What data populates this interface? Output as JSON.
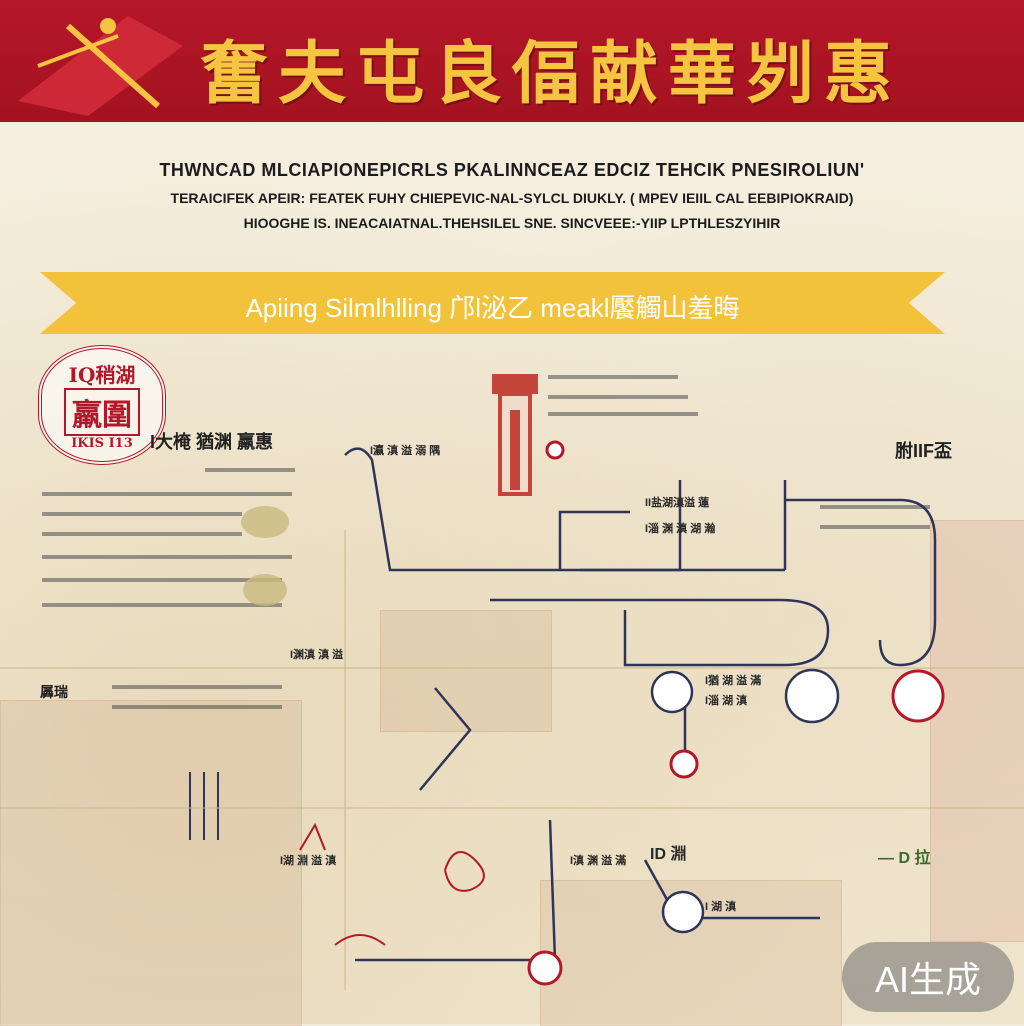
{
  "banner": {
    "title": "奮夫屯良偪献華刿惠"
  },
  "subtitles": {
    "line1": "THWNCAD MLCIAPIONEPICRLS PKALINNCEAZ EDCIZ TEHCIK PNESIROLIUN'",
    "line2": "TERAICIFEK APEIR: FEATEK FUHY CHIEPEVIC-NAL-SYLCL DIUKLY. ( MPEV IEIIL CAL EEBIPIOKRAID)",
    "line3": "HIOOGHE IS. INEACAIATNAL.THEHSILEL SNE. SINCVEEE:-YIIP LPTHLESZYIHIR"
  },
  "ribbon": {
    "text": "Apiing Silmlhlling 邝l泌乙 meakl饜觸山羞晦"
  },
  "stamp": {
    "top": "IQ稍湖",
    "middle": "羸圍",
    "bottom": "IKIS I13"
  },
  "headings": {
    "left": "I大㭺 猶渊 羸惠",
    "right": "胕IIF盃",
    "left_small": "羼瑞",
    "bottom_right": "— D 拉"
  },
  "labels": [
    "I瀛 滇 溢 溺 隅",
    "II盐湖滇溢 蓮",
    "I淄 渊 滇 湖 瀚",
    "I渊滇 滇 溢",
    "I猶 湖 溢 滿",
    "I淄 湖 滇",
    "I湖 淵 溢 滇",
    "I滇 渊 溢 滿",
    "I 湖 滇",
    "ID 淵"
  ],
  "badge": {
    "text": "AI生成"
  },
  "colors": {
    "banner_red": "#b5172a",
    "gold": "#f5c542",
    "ribbon_yellow": "#f2c33a",
    "line_navy": "#2e3558",
    "accent_red": "#b5172a"
  }
}
